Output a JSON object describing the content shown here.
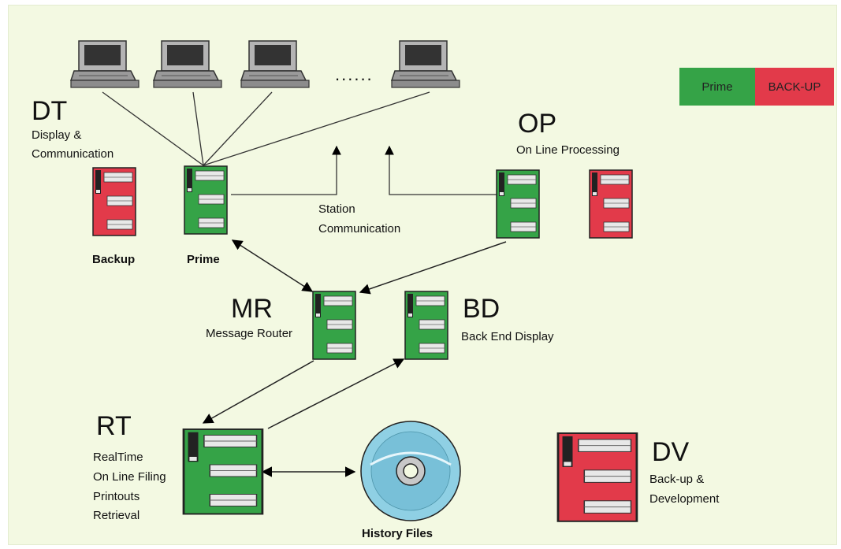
{
  "colors": {
    "prime": "#35a347",
    "backup": "#e23a4a",
    "background": "#f3f9e2"
  },
  "legend": {
    "prime": "Prime",
    "backup": "BACK-UP"
  },
  "dt": {
    "code": "DT",
    "desc1": "Display &",
    "desc2": "Communication",
    "backup_label": "Backup",
    "prime_label": "Prime"
  },
  "ellipsis": "......",
  "station": {
    "line1": "Station",
    "line2": "Communication"
  },
  "op": {
    "code": "OP",
    "desc": "On Line Processing"
  },
  "mr": {
    "code": "MR",
    "desc": "Message Router"
  },
  "bd": {
    "code": "BD",
    "desc": "Back End Display"
  },
  "rt": {
    "code": "RT",
    "lines": [
      "RealTime",
      "On Line Filing",
      "Printouts",
      "Retrieval"
    ]
  },
  "history": {
    "label": "History Files"
  },
  "dv": {
    "code": "DV",
    "desc1": "Back-up &",
    "desc2": "Development"
  }
}
